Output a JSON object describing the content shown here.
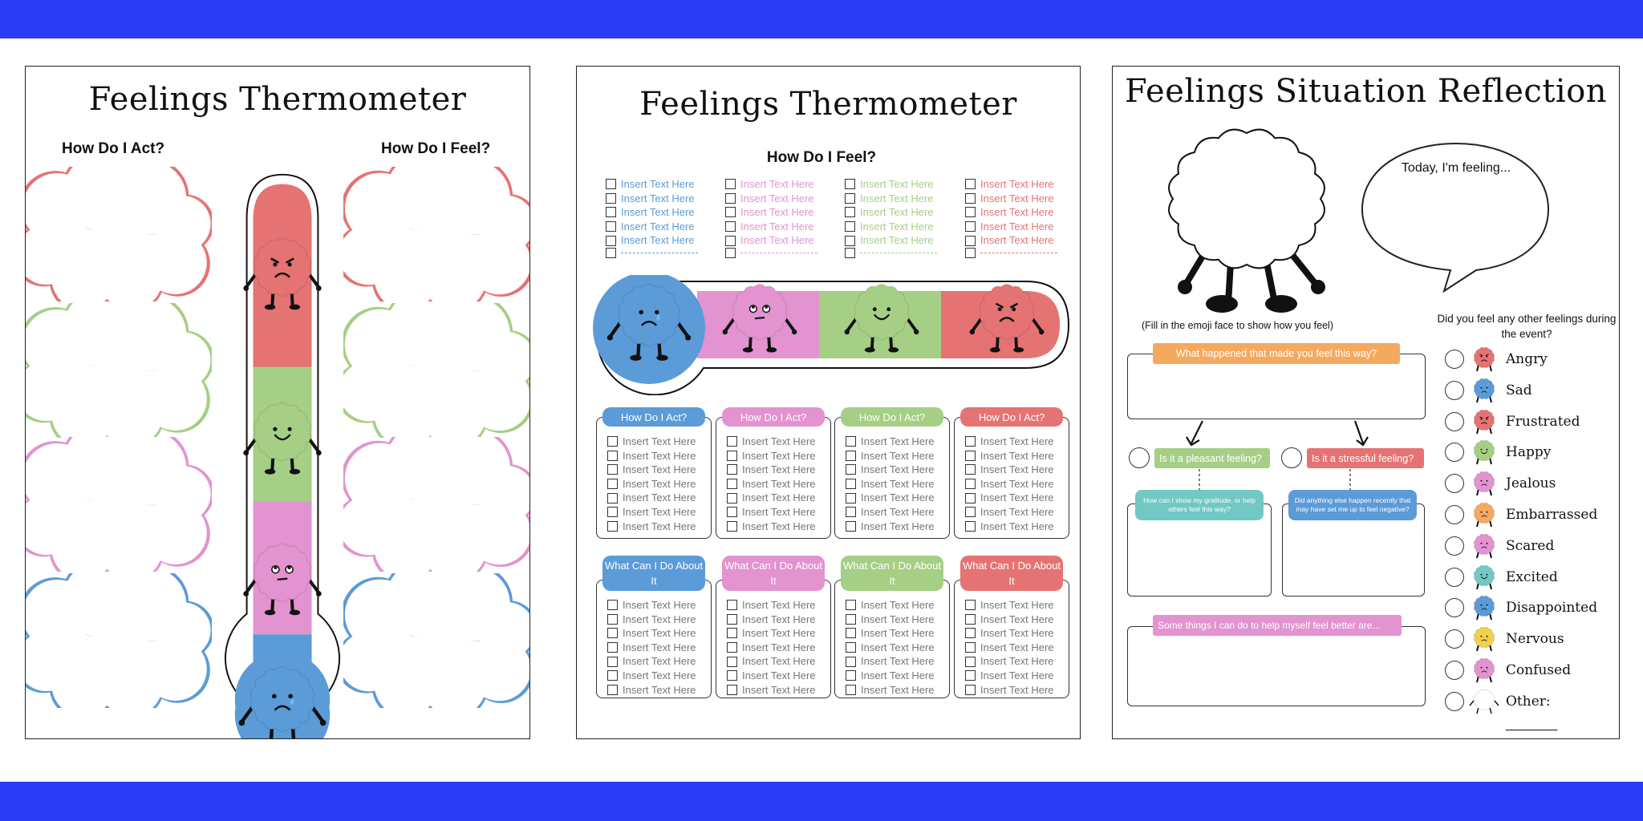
{
  "colors": {
    "band": "#2a3cf5",
    "red": "#e57373",
    "green": "#a5cf85",
    "pink": "#e293d0",
    "blue": "#5b9bd8",
    "orange": "#f5a95f",
    "teal": "#72c8c4",
    "yellow": "#f2d04b"
  },
  "page1": {
    "title": "Feelings Thermometer",
    "left_heading": "How Do I Act?",
    "right_heading": "How Do I Feel?"
  },
  "page2": {
    "title": "Feelings Thermometer",
    "heading": "How Do I Feel?",
    "insert": "Insert Text Here",
    "columns": [
      {
        "color": "blue",
        "act_label": "How Do I Act?",
        "do_label": "What Can I Do About It"
      },
      {
        "color": "pink",
        "act_label": "How Do I Act?",
        "do_label": "What Can I Do About It"
      },
      {
        "color": "green",
        "act_label": "How Do I Act?",
        "do_label": "What Can I Do About It"
      },
      {
        "color": "red",
        "act_label": "How Do I Act?",
        "do_label": "What Can I Do About It"
      }
    ]
  },
  "page3": {
    "title": "Feelings Situation Reflection",
    "speech": "Today, I'm feeling...",
    "fill_note": "(Fill in the emoji face to show how you feel)",
    "what_happened": "What happened that made you feel this way?",
    "pleasant": "Is it a pleasant feeling?",
    "stressful": "Is it a stressful feeling?",
    "gratitude": "How can I show my gratitude, or help others feel this way?",
    "negative": "Did anything else happen recently that may have set me up to feel negative?",
    "better": "Some things  I can do  to help myself feel better are...",
    "other_feelings_q": "Did you feel any other feelings during the event?",
    "feelings": [
      {
        "label": "Angry",
        "color": "red",
        "icon": "angry-face-icon"
      },
      {
        "label": "Sad",
        "color": "blue",
        "icon": "sad-face-icon"
      },
      {
        "label": "Frustrated",
        "color": "red",
        "icon": "frustrated-face-icon"
      },
      {
        "label": "Happy",
        "color": "green",
        "icon": "happy-face-icon"
      },
      {
        "label": "Jealous",
        "color": "pink",
        "icon": "jealous-face-icon"
      },
      {
        "label": "Embarrassed",
        "color": "orange",
        "icon": "embarrassed-face-icon"
      },
      {
        "label": "Scared",
        "color": "pink",
        "icon": "scared-face-icon"
      },
      {
        "label": "Excited",
        "color": "teal",
        "icon": "excited-face-icon"
      },
      {
        "label": "Disappointed",
        "color": "blue",
        "icon": "disappointed-face-icon"
      },
      {
        "label": "Nervous",
        "color": "yellow",
        "icon": "nervous-face-icon"
      },
      {
        "label": "Confused",
        "color": "pink",
        "icon": "confused-face-icon"
      },
      {
        "label": "Other:",
        "color": "white",
        "icon": "blank-face-icon"
      }
    ],
    "other_blank": "________"
  }
}
